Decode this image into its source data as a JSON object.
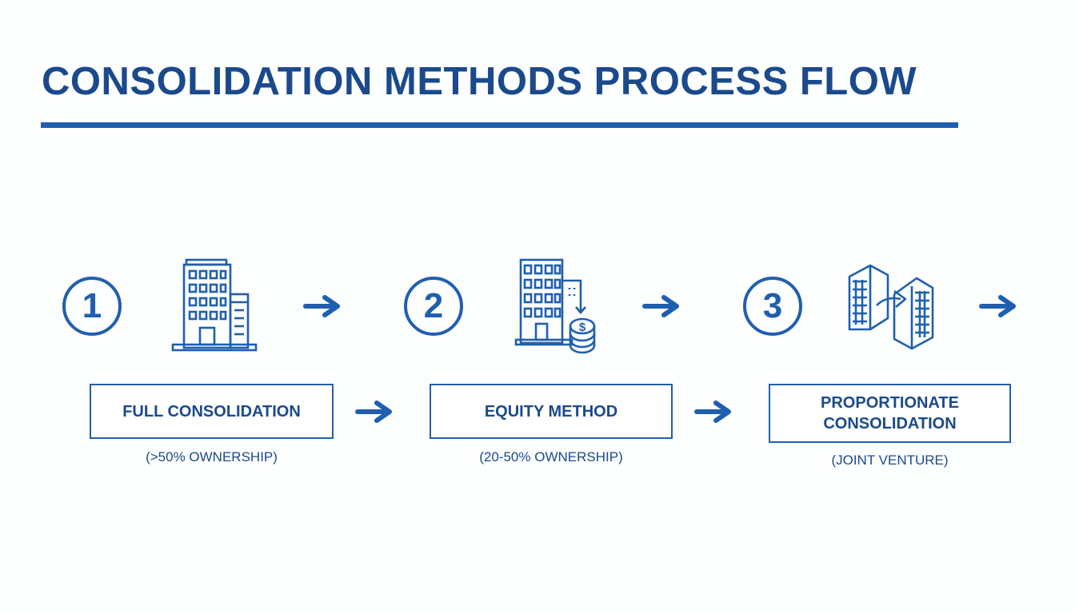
{
  "title": "CONSOLIDATION METHODS PROCESS FLOW",
  "colors": {
    "primary": "#1f5fb0",
    "text": "#1a4a8c",
    "background": "#fdfefe"
  },
  "steps": [
    {
      "number": "1",
      "icon": "office-building-icon",
      "label": "FULL CONSOLIDATION",
      "caption": "(>50% OWNERSHIP)"
    },
    {
      "number": "2",
      "icon": "building-with-coins-icon",
      "label": "EQUITY METHOD",
      "caption": "(20-50% OWNERSHIP)"
    },
    {
      "number": "3",
      "icon": "two-buildings-transfer-icon",
      "label_line1": "PROPORTIONATE",
      "label_line2": "CONSOLIDATION",
      "caption": "(JOINT VENTURE)"
    }
  ],
  "arrows": [
    "arrow-right-icon"
  ]
}
